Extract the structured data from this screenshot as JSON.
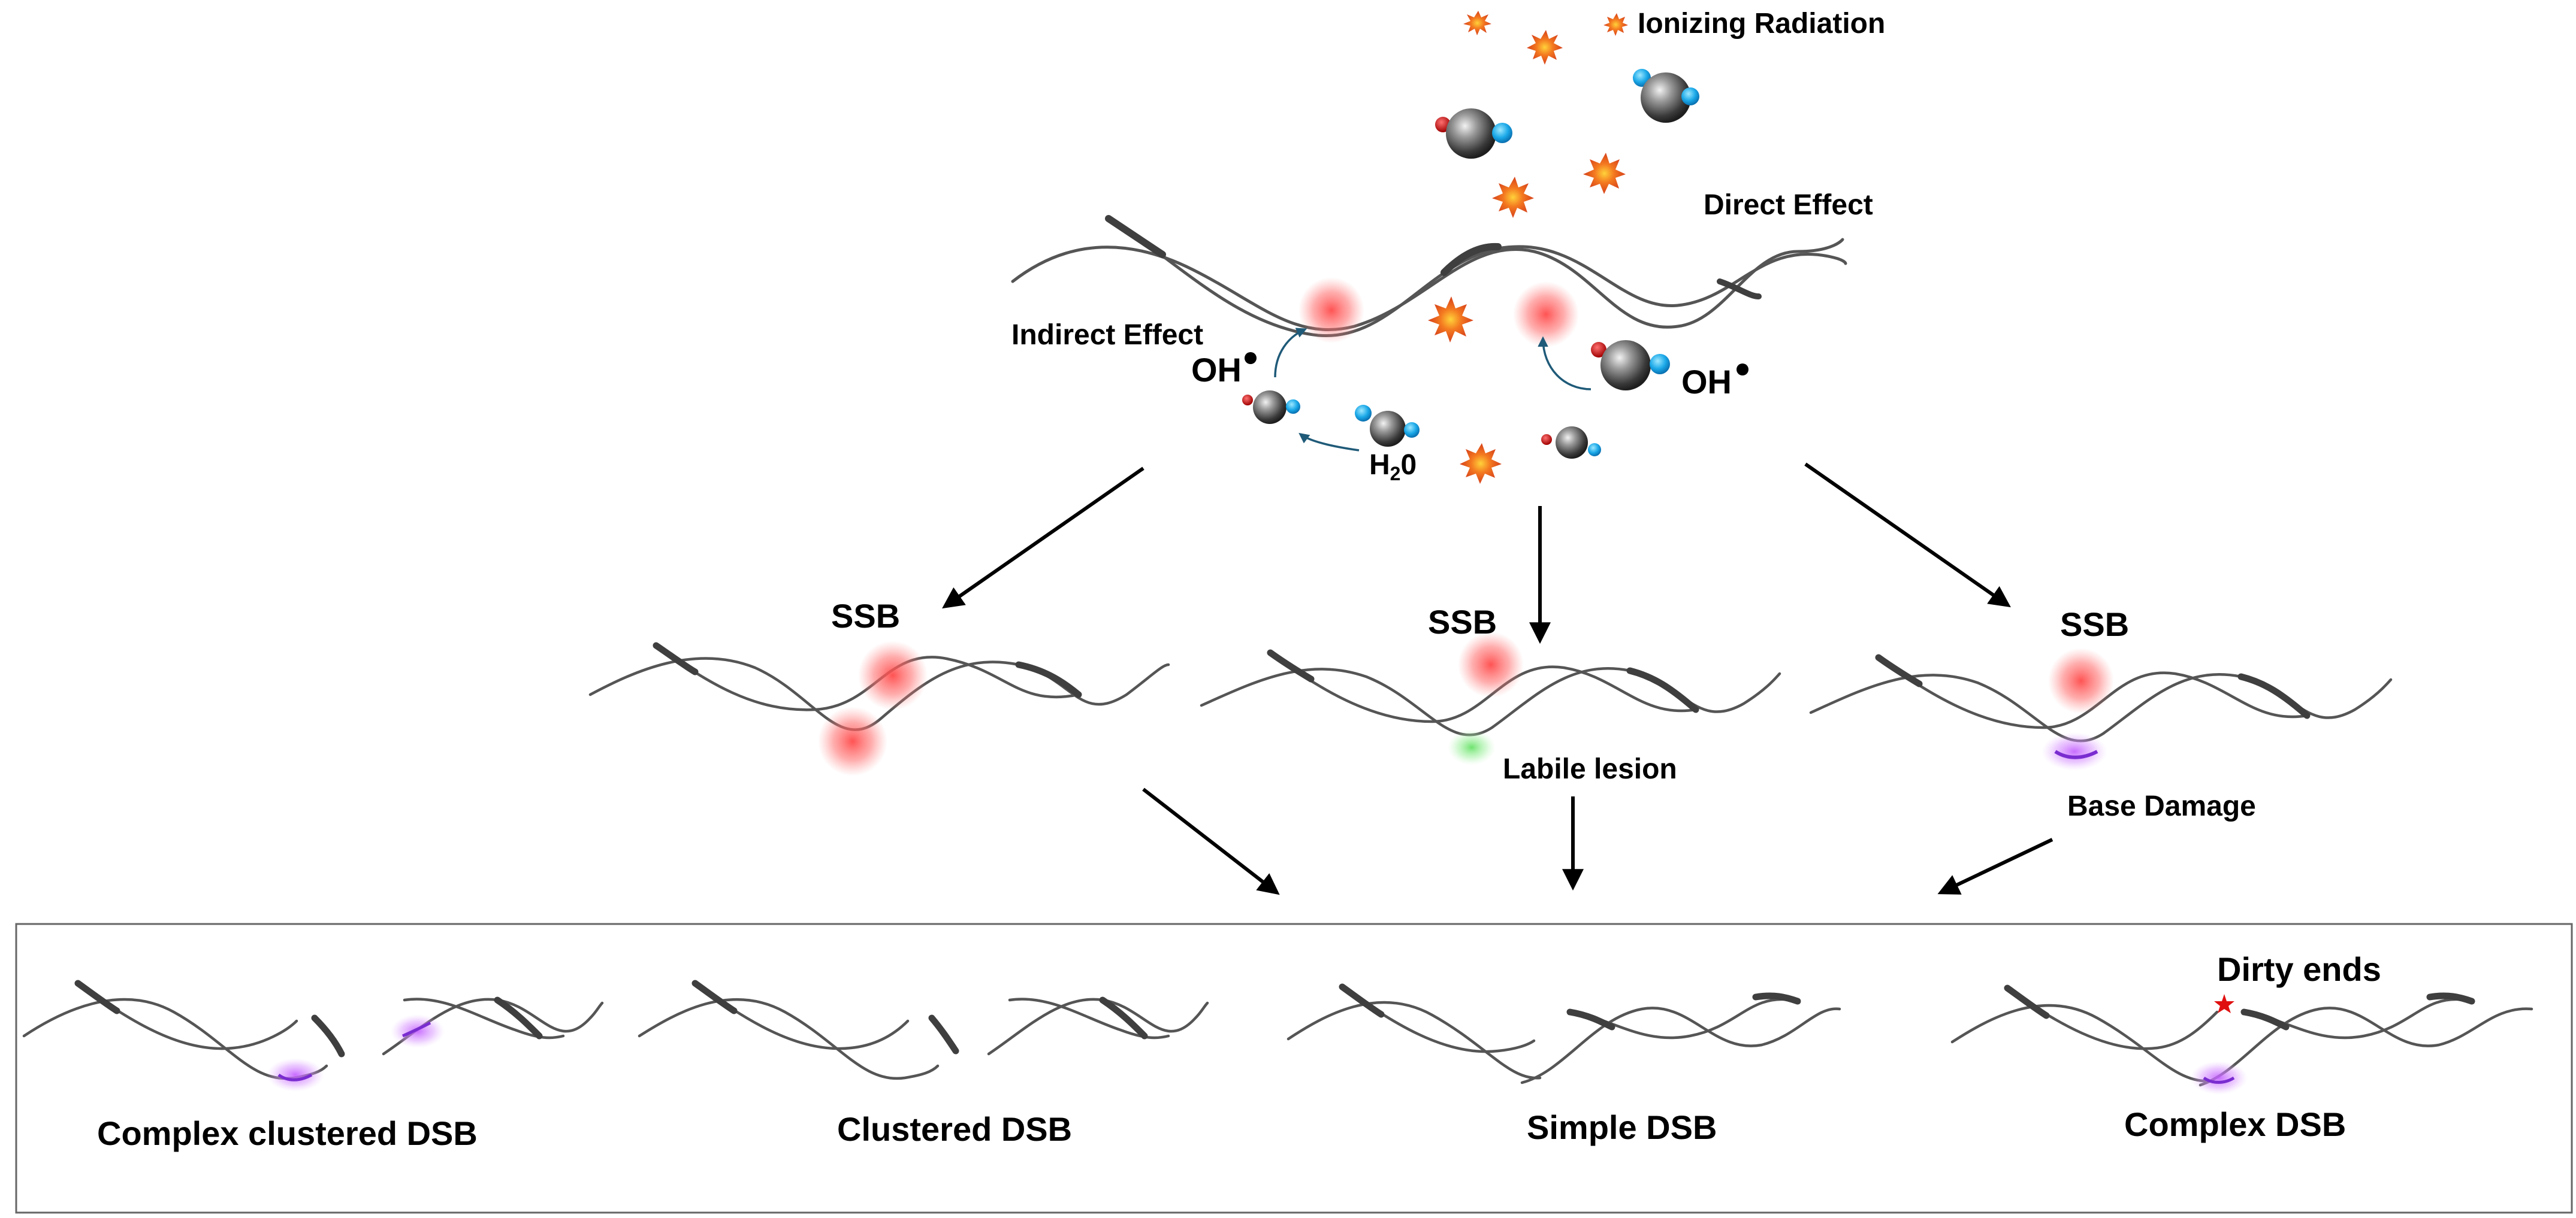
{
  "labels": {
    "ionizing_radiation": "Ionizing Radiation",
    "direct_effect": "Direct Effect",
    "indirect_effect": "Indirect Effect",
    "oh_left": "OH",
    "oh_right": "OH",
    "h2o_h": "H",
    "h2o_sub": "2",
    "h2o_o": "0",
    "ssb_left": "SSB",
    "ssb_center": "SSB",
    "ssb_right": "SSB",
    "labile_lesion": "Labile lesion",
    "base_damage": "Base Damage"
  },
  "dsb_types": {
    "complex_clustered": "Complex clustered DSB",
    "clustered": "Clustered DSB",
    "simple": "Simple DSB",
    "complex": "Complex DSB",
    "dirty_ends": "Dirty ends"
  },
  "colors": {
    "strand": "#555555",
    "strand_thick": "#4a4a4a",
    "ssb_glow": "#ff5a5a",
    "base_damage": "#b040ff",
    "labile": "#66e066",
    "radiation": "#f05a1e",
    "oxygen": "#4a4a4a",
    "hydrogen": "#1aa8e8",
    "radical_mark": "#d01818",
    "dirty_end_star": "#e01010",
    "arrow": "#000000",
    "frame": "#666666",
    "curved_arrow": "#1f5a78"
  },
  "icons": [
    "radiation-burst-icon",
    "water-molecule-icon",
    "curved-arrow-icon",
    "dirty-end-star-icon"
  ]
}
